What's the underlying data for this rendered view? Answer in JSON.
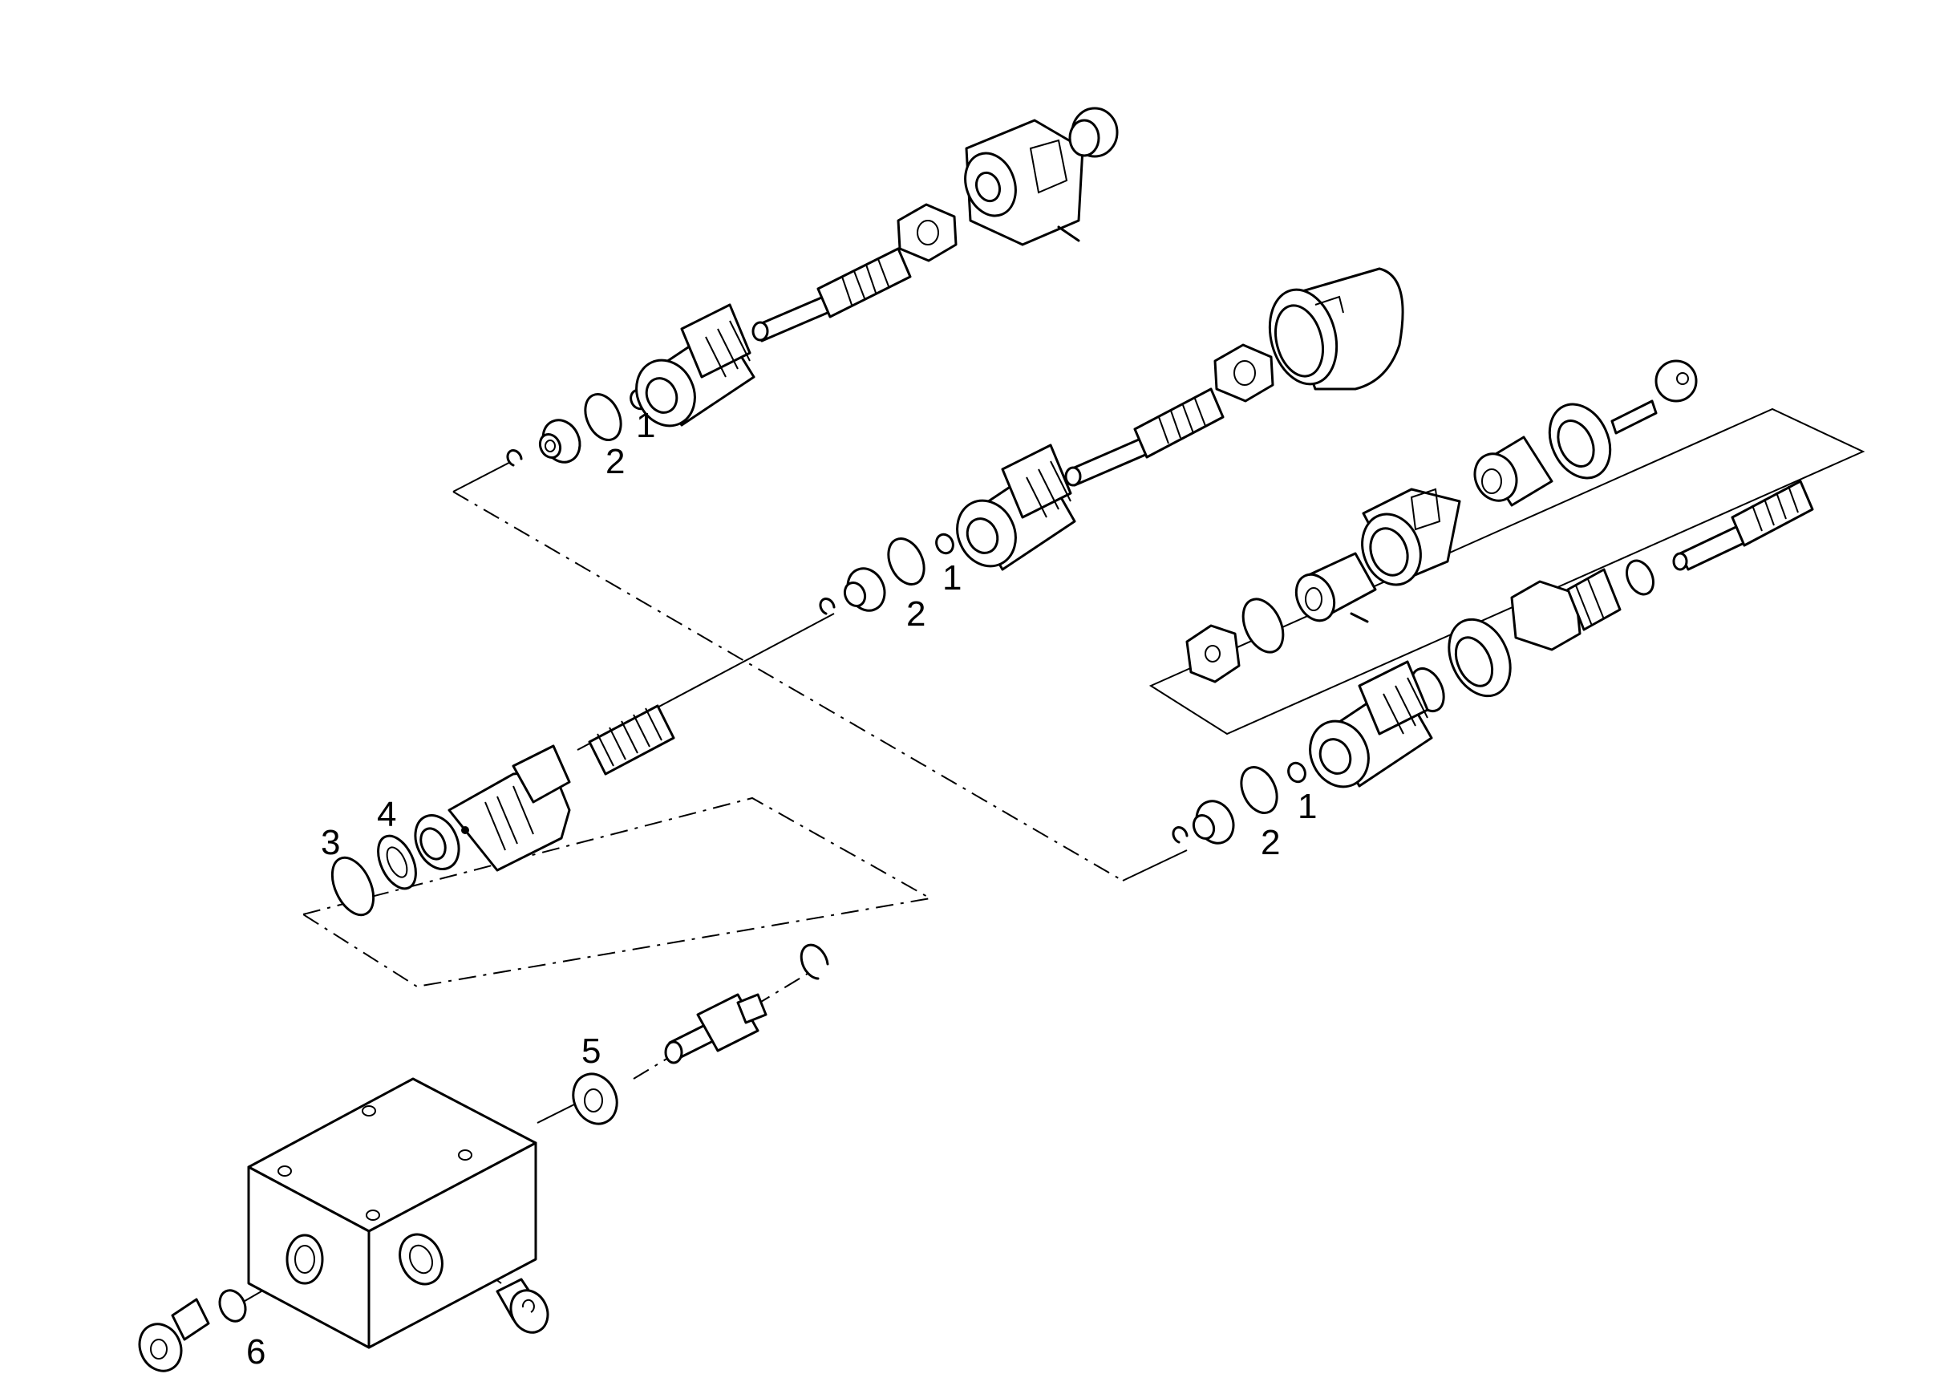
{
  "callouts": {
    "c1a": "1",
    "c2a": "2",
    "c1b": "1",
    "c2b": "2",
    "c1c": "1",
    "c2c": "2",
    "c3": "3",
    "c4": "4",
    "c5": "5",
    "c6": "6"
  },
  "colors": {
    "line": "#000000",
    "background": "#ffffff"
  },
  "icons": [
    "valve-block",
    "cartridge",
    "spring",
    "o-ring",
    "washer",
    "plug",
    "nut",
    "knob",
    "cap",
    "key",
    "stem",
    "snap-ring"
  ]
}
